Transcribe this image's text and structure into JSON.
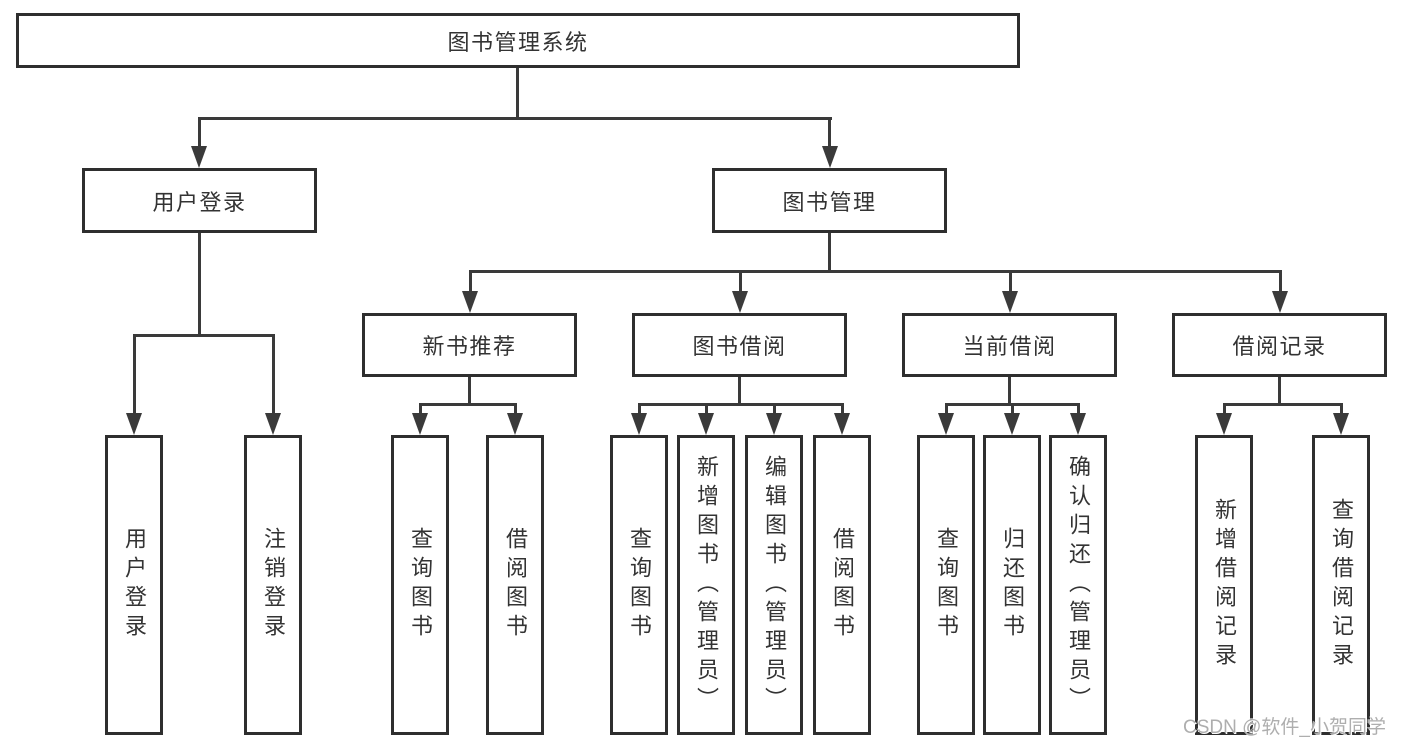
{
  "tree": {
    "root": "图书管理系统",
    "user": {
      "label": "用户登录",
      "children": [
        "用户登录",
        "注销登录"
      ]
    },
    "mgmt": {
      "label": "图书管理",
      "groups": [
        {
          "label": "新书推荐",
          "children": [
            "查询图书",
            "借阅图书"
          ]
        },
        {
          "label": "图书借阅",
          "children": [
            "查询图书",
            "新增图书（管理员）",
            "编辑图书（管理员）",
            "借阅图书"
          ]
        },
        {
          "label": "当前借阅",
          "children": [
            "查询图书",
            "归还图书",
            "确认归还（管理员）"
          ]
        },
        {
          "label": "借阅记录",
          "children": [
            "新增借阅记录",
            "查询借阅记录"
          ]
        }
      ]
    }
  },
  "watermark": "CSDN @软件_小贺同学",
  "colors": {
    "line": "#3a3a3a",
    "box_border": "#2e2e2e",
    "text": "#333333",
    "watermark": "#aeaeae",
    "background": "#ffffff"
  }
}
